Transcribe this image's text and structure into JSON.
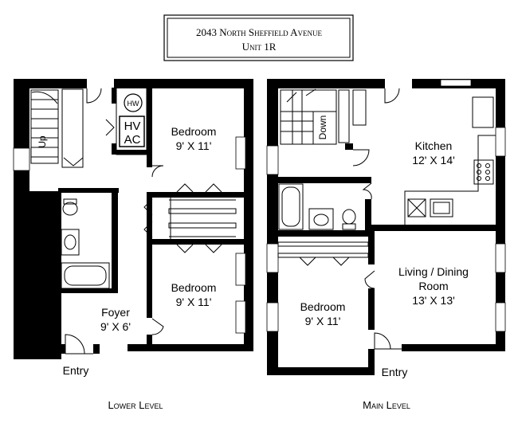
{
  "title": {
    "line1": "2043 North Sheffield Avenue",
    "line2": "Unit 1R"
  },
  "lower_level": {
    "label": "Lower Level",
    "fixtures": {
      "water_heater": "HW",
      "hvac_line1": "HV",
      "hvac_line2": "AC",
      "stair": "Up"
    },
    "rooms": [
      {
        "name": "Bedroom",
        "size": "9' X 11'"
      },
      {
        "name": "Bedroom",
        "size": "9' X 11'"
      },
      {
        "name": "Foyer",
        "size": "9' X 6'"
      }
    ],
    "entry": "Entry"
  },
  "main_level": {
    "label": "Main Level",
    "fixtures": {
      "stair": "Down"
    },
    "rooms": [
      {
        "name": "Kitchen",
        "size": "12' X 14'"
      },
      {
        "name_line1": "Living / Dining",
        "name_line2": "Room",
        "size": "13' X 13'"
      },
      {
        "name": "Bedroom",
        "size": "9' X 11'"
      }
    ],
    "entry": "Entry"
  }
}
